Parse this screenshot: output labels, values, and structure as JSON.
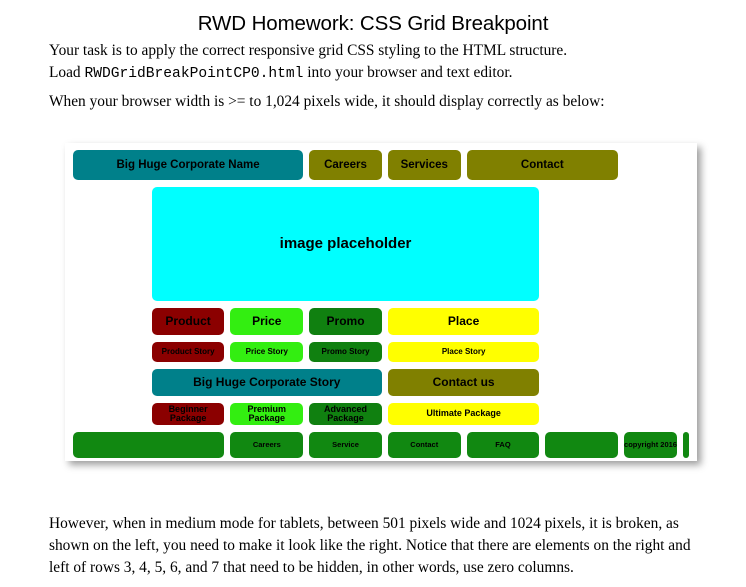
{
  "document": {
    "title": "RWD Homework: CSS Grid Breakpoint",
    "intro_line_1": "Your task is to apply the correct responsive grid CSS styling to the HTML structure.",
    "intro_line_2_prefix": "Load ",
    "intro_filename": "RWDGridBreakPointCP0.html",
    "intro_line_2_suffix": " into your browser and text editor.",
    "prompt": "When your browser width is >= to 1,024 pixels wide, it should display correctly as below:",
    "outro_line_1": "However, when in medium mode for tablets, between 501 pixels wide and 1024 pixels, it is broken, as",
    "outro_line_2": "shown on the left, you need to make it look like the right. Notice that there are elements on the right and",
    "outro_line_3": "left of rows 3, 4, 5, 6, and 7 that need to be hidden, in other words, use zero columns."
  },
  "colors": {
    "teal": "#00808a",
    "olive": "#808000",
    "cyan": "#00ffff",
    "darkred": "#8b0000",
    "lime": "#33ee11",
    "green": "#108010",
    "yellow": "#ffff00",
    "footer_green": "#118811"
  },
  "mockup": {
    "row1": {
      "brand": "Big Huge Corporate Name",
      "nav": [
        "Careers",
        "Services",
        "Contact"
      ]
    },
    "row2": {
      "image_placeholder": "image placeholder"
    },
    "row3": {
      "items": [
        "Product",
        "Price",
        "Promo",
        "Place"
      ]
    },
    "row4": {
      "items": [
        "Product Story",
        "Price Story",
        "Promo Story",
        "Place Story"
      ]
    },
    "row5": {
      "story": "Big Huge Corporate Story",
      "contact": "Contact us"
    },
    "row6": {
      "items": [
        "Beginner Package",
        "Premium Package",
        "Advanced Package",
        "Ultimate Package"
      ]
    },
    "row7": {
      "links": [
        "Careers",
        "Service",
        "Contact",
        "FAQ"
      ],
      "copyright": "copyright 2016"
    }
  }
}
